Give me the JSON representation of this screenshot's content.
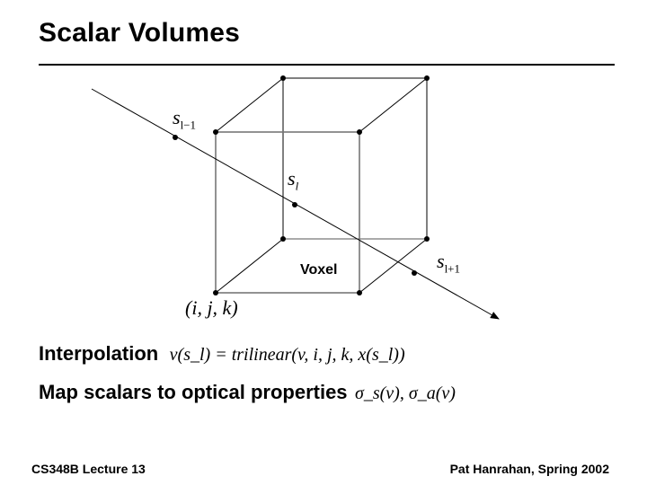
{
  "slide": {
    "title": "Scalar Volumes",
    "diagram": {
      "label_prev": "s",
      "label_prev_sub": "l−1",
      "label_cur": "s",
      "label_cur_sub": "l",
      "label_next": "s",
      "label_next_sub": "l+1",
      "voxel_label": "Voxel",
      "corner_label": "(i, j, k)"
    },
    "bullets": [
      {
        "label": "Interpolation",
        "formula": "v(s_l) = trilinear(v, i, j, k, x(s_l))"
      },
      {
        "label": "Map scalars to optical properties",
        "formula": "σ_s(v), σ_a(v)"
      }
    ],
    "footer": {
      "left": "CS348B Lecture 13",
      "right": "Pat Hanrahan, Spring 2002"
    }
  }
}
